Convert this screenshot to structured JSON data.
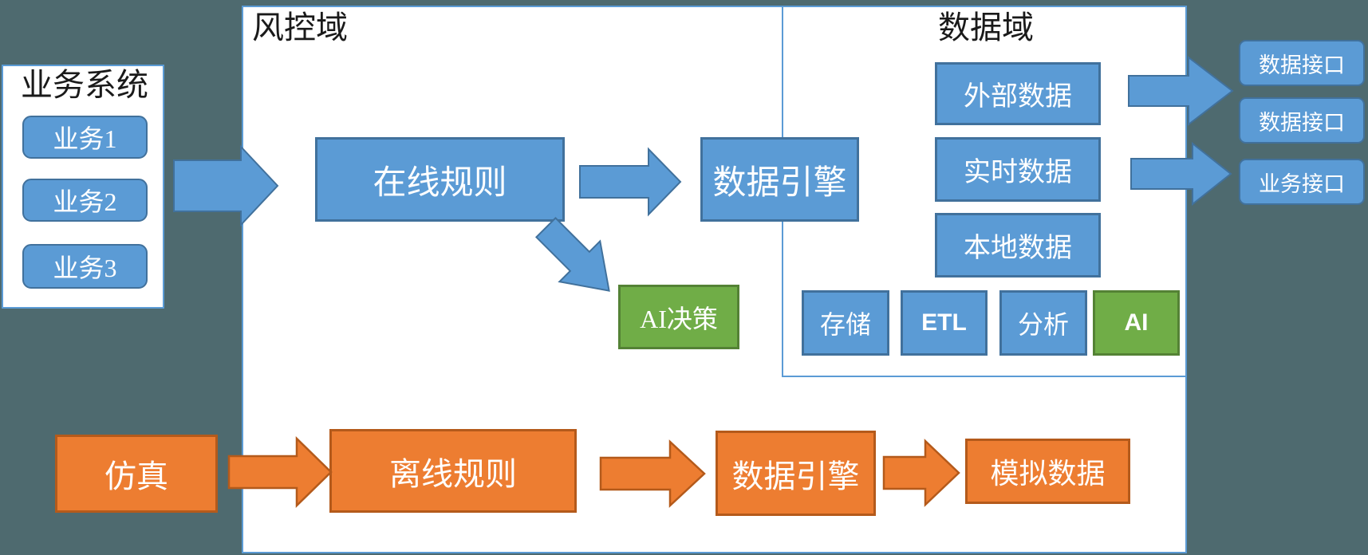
{
  "background_color": "#4e6a6f",
  "palette": {
    "bg": "#4e6a6f",
    "blue": "#5b9bd5",
    "blue_border": "#41719c",
    "green": "#70ad47",
    "green_border": "#548235",
    "orange": "#ed7d31",
    "orange_border": "#b45a1b",
    "panel_border": "#5b9bd5",
    "label_color": "#1a1a1a"
  },
  "panels": {
    "business_system": "业务系统",
    "risk_domain": "风控域",
    "data_domain": "数据域"
  },
  "business_system": {
    "items": [
      "业务1",
      "业务2",
      "业务3"
    ]
  },
  "risk_domain": {
    "online_rules": "在线规则",
    "data_engine": "数据引擎",
    "ai_decision": "AI决策"
  },
  "data_domain": {
    "sources": [
      "外部数据",
      "实时数据",
      "本地数据"
    ],
    "capabilities": [
      "存储",
      "ETL",
      "分析",
      "AI"
    ]
  },
  "interfaces": [
    "数据接口",
    "数据接口",
    "业务接口"
  ],
  "simulation": {
    "sim": "仿真",
    "offline_rules": "离线规则",
    "data_engine": "数据引擎",
    "mock_data": "模拟数据"
  }
}
